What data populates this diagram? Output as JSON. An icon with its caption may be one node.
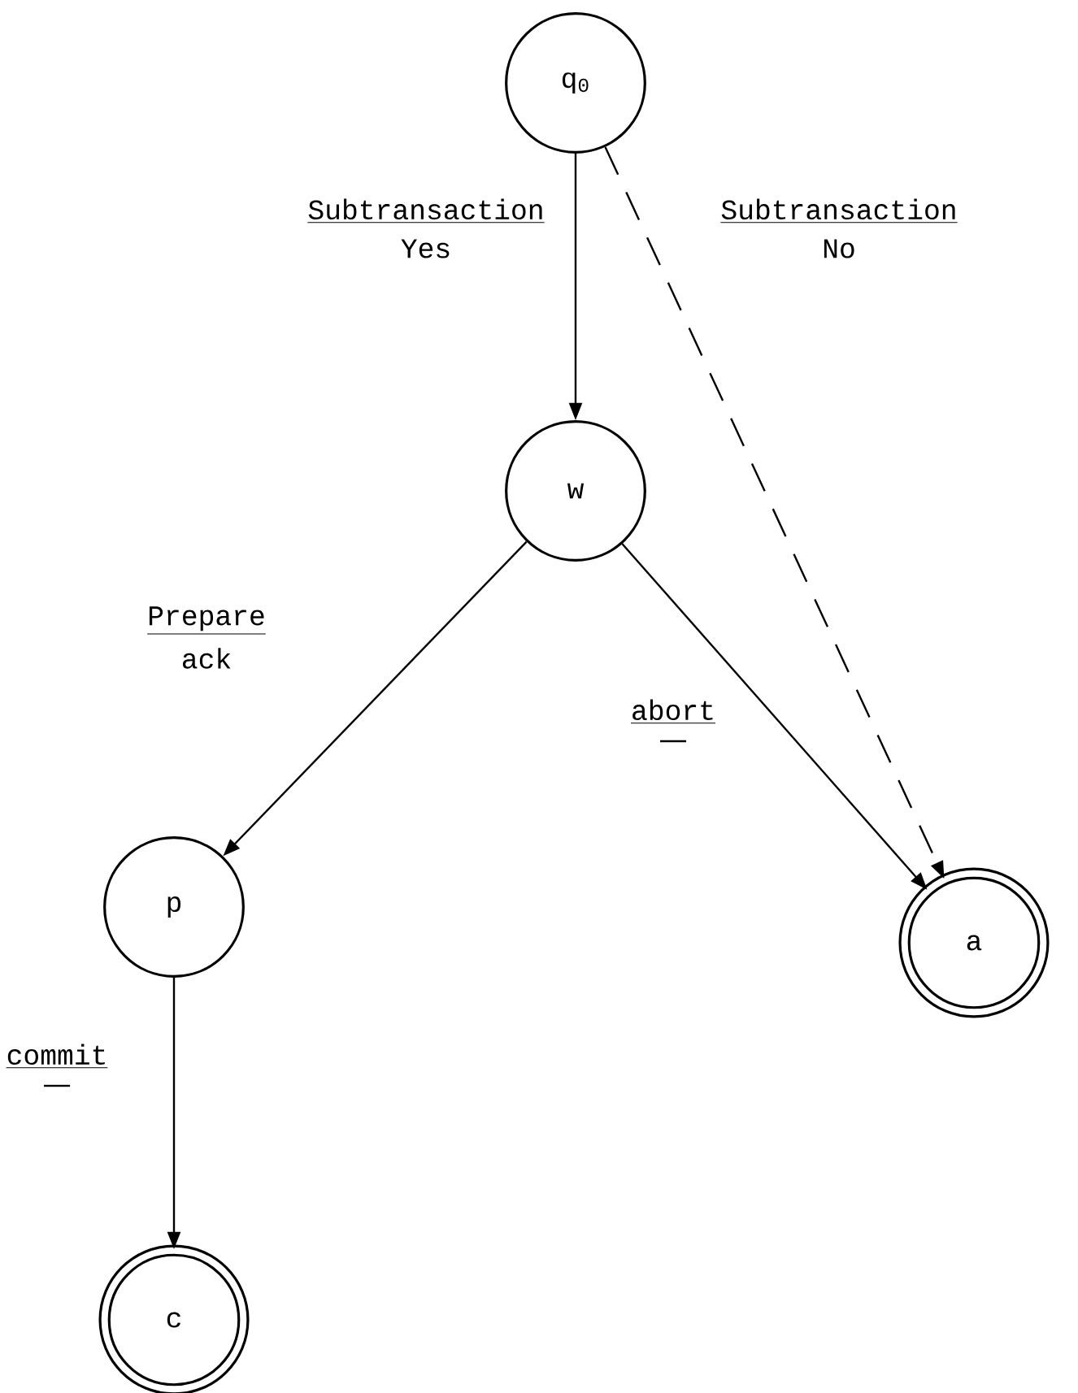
{
  "diagram": {
    "nodes": [
      {
        "text": [
          "q$_{0}$"
        ]
      },
      {
        "text": [
          "w"
        ]
      },
      {
        "text": [
          "p"
        ]
      },
      {
        "text": [
          "a"
        ]
      },
      {
        "text": [
          "c"
        ]
      }
    ],
    "edges": [
      {
        "from": 0,
        "to": 1,
        "arrow": "to",
        "label": "Subtransaction"
      },
      {
        "from": 0,
        "to": 3,
        "arrow": "to",
        "style": "dashed",
        "label": "Subtransaction"
      },
      {
        "from": 1,
        "to": 2,
        "arrow": "to",
        "label": "Prepare"
      },
      {
        "from": 1,
        "to": 3,
        "arrow": "to",
        "label": "abort"
      },
      {
        "from": 2,
        "to": 4,
        "arrow": "to",
        "label": "commit"
      }
    ],
    "labels": [
      "Yes",
      "No",
      "ack"
    ]
  }
}
